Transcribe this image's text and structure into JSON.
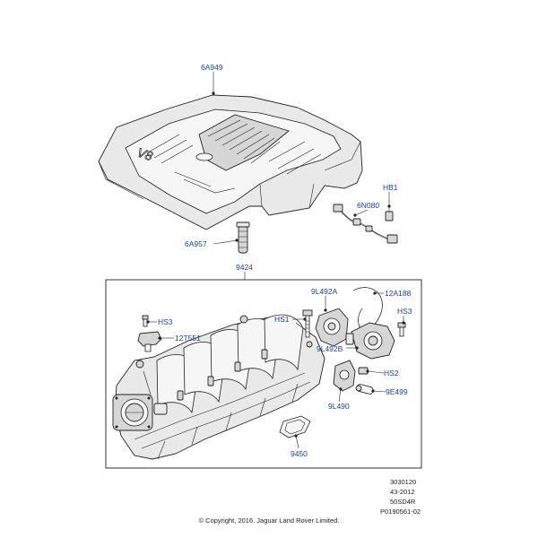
{
  "callouts": {
    "engine_cover": "6A949",
    "cover_fastener": "6A957",
    "harness": "6N080",
    "hb1": "HB1",
    "intake_manifold_assembly": "9424",
    "valve_a": "9L492A",
    "hose": "12A188",
    "hs1": "HS1",
    "hs3_left": "HS3",
    "hs3_right": "HS3",
    "sensor_12t551": "12T551",
    "valve_b": "9L492B",
    "hs2": "HS2",
    "sensor_9e499": "9E499",
    "actuator_9l490": "9L490",
    "gasket_9450": "9450"
  },
  "cover_badge": "V8",
  "meta": {
    "line1": "3030120",
    "line2": "43-2012",
    "line3": "50SD4R",
    "line4": "P0190561-02"
  },
  "copyright": "© Copyright, 2016. Jaguar Land Rover Limited."
}
